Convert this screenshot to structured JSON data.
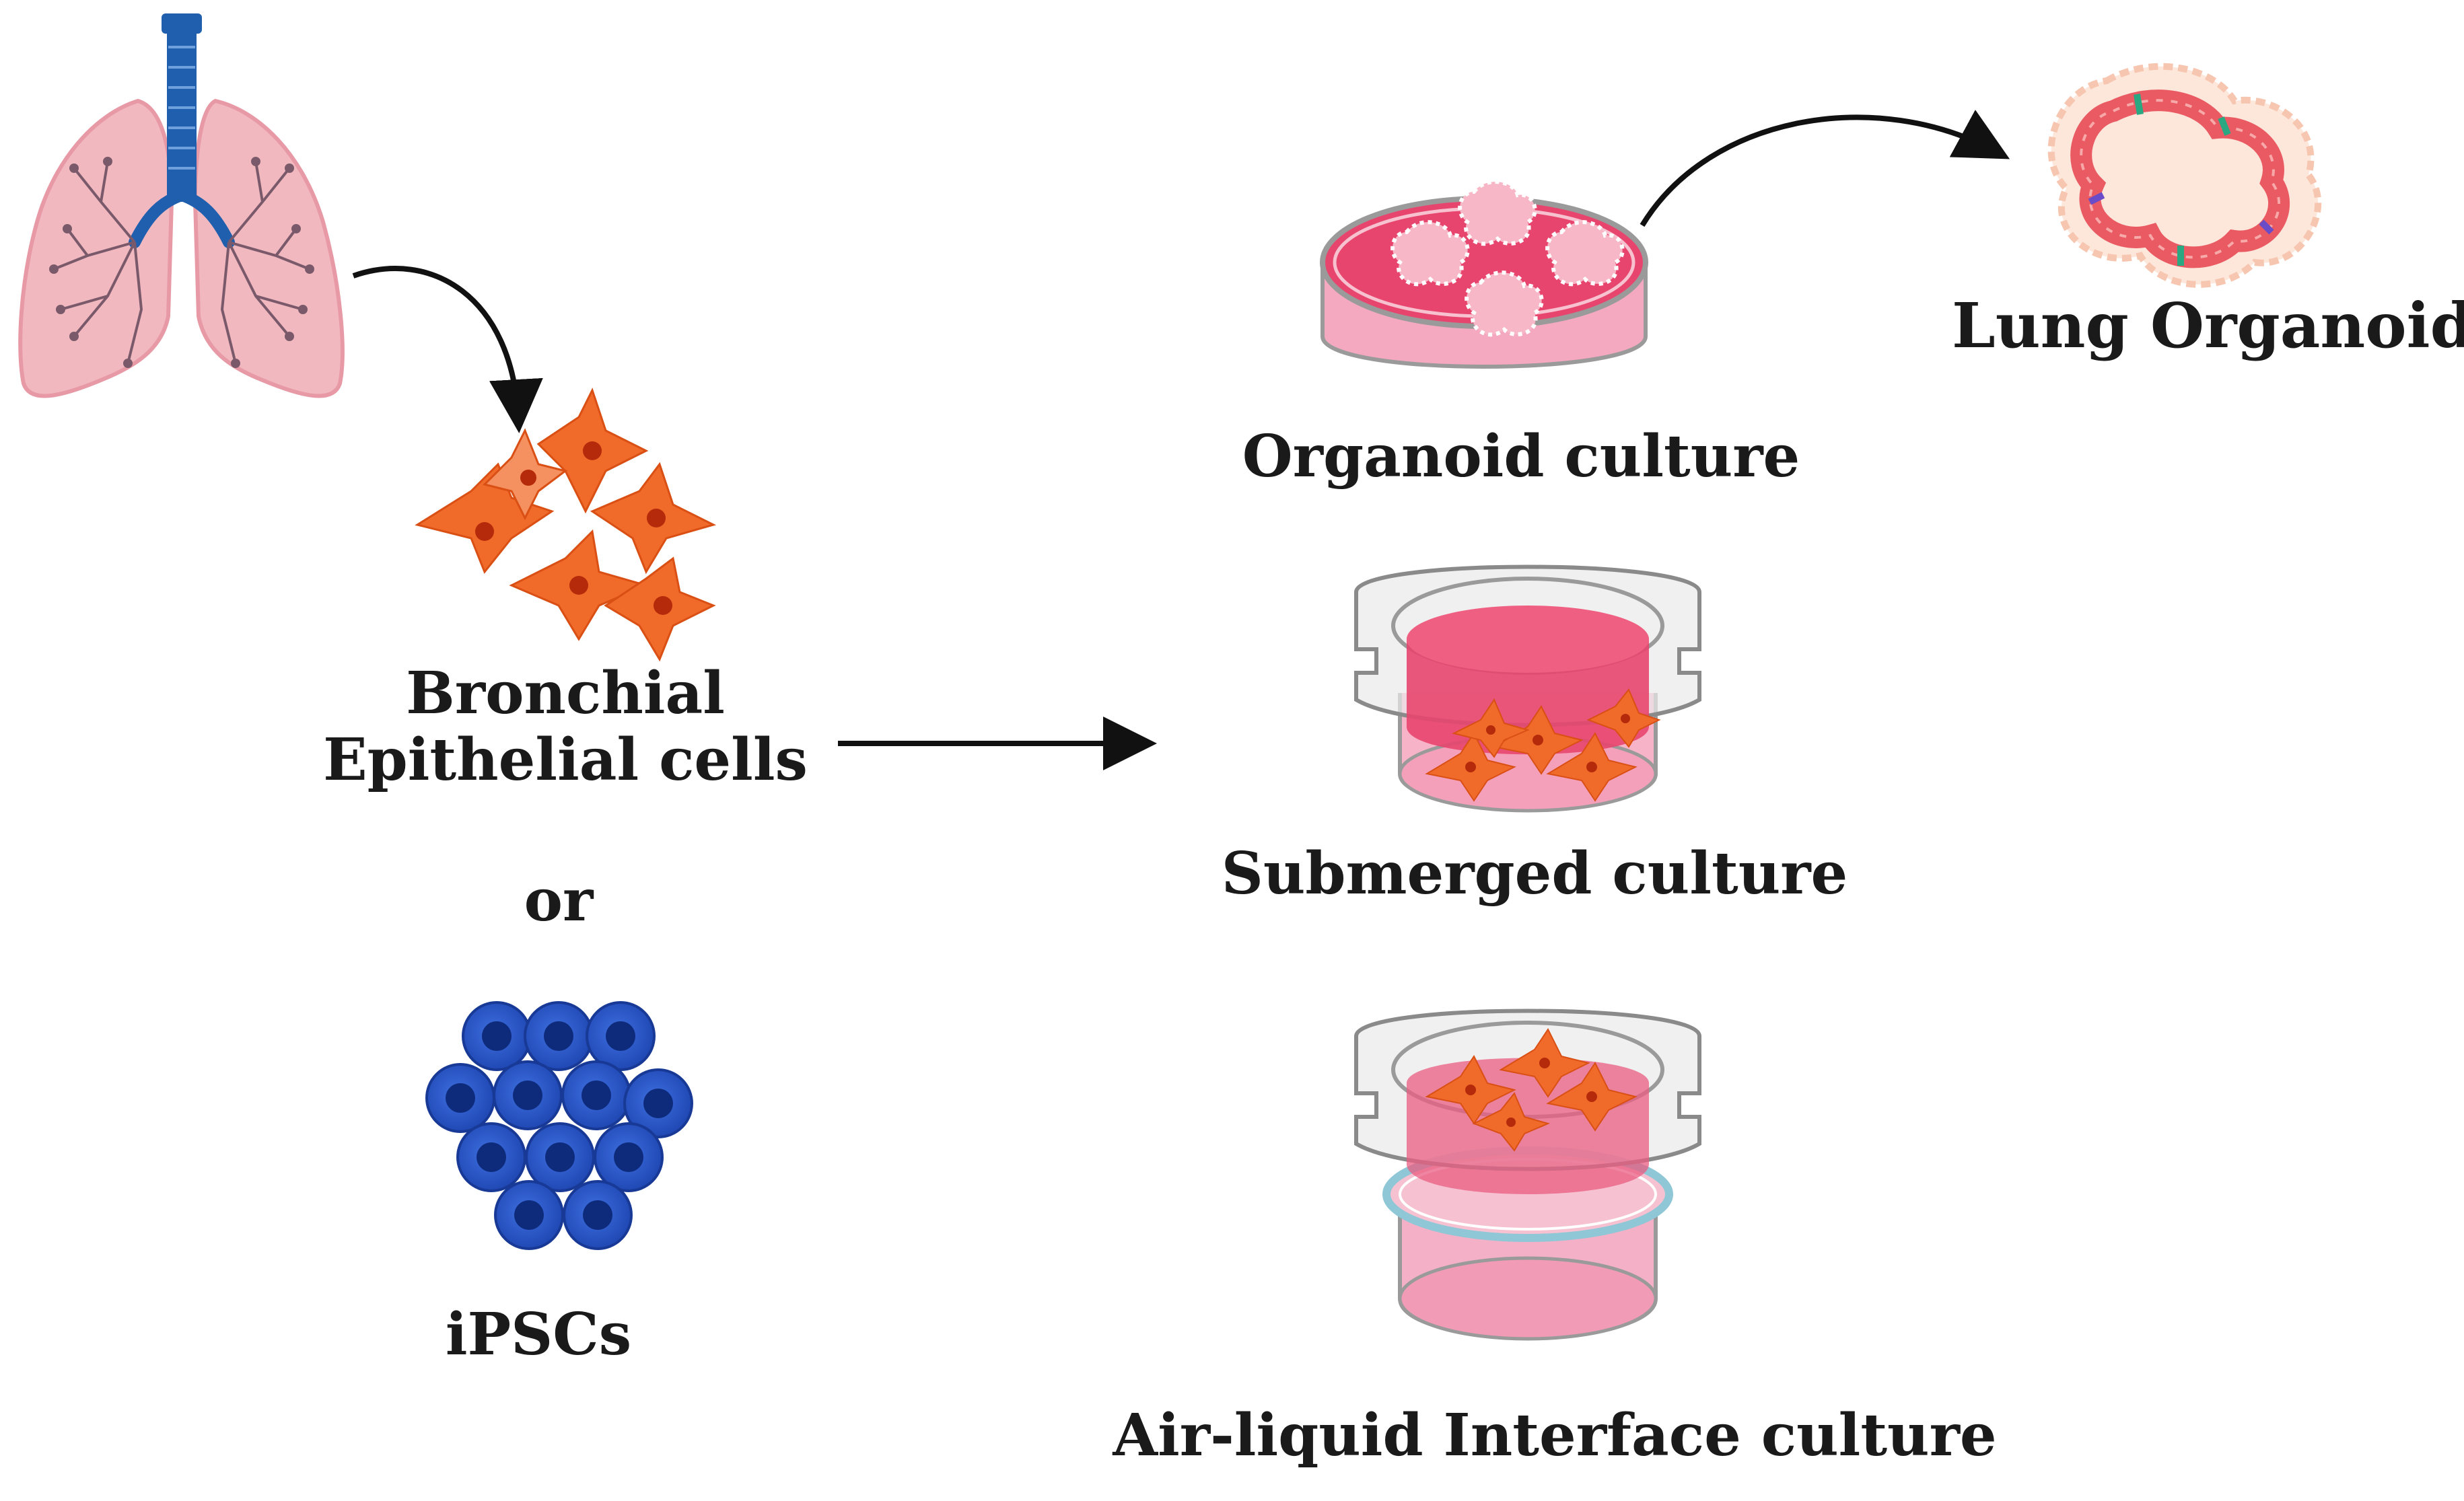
{
  "labels": {
    "lung_organoid": "Lung Organoid",
    "organoid_culture": "Organoid culture",
    "bronchial_line1": "Bronchial",
    "bronchial_line2": "Epithelial cells",
    "or": "or",
    "ipscs": "iPSCs",
    "submerged_culture": "Submerged culture",
    "ali_culture": "Air-liquid Interface culture"
  },
  "colors": {
    "lung_pink": "#f2b8c0",
    "airway_blue": "#1f5fae",
    "cell_orange": "#f06a2a",
    "ipsc_blue": "#2a55c8",
    "medium_pink": "#e8456e",
    "dish_gray": "#9a9a9a",
    "arrow_black": "#111111"
  },
  "icons": {
    "source": "lungs-icon",
    "cells": "epithelial-cells-icon",
    "stem_cells": "ipsc-cluster-icon",
    "dish": "petri-dish-icon",
    "insert": "transwell-insert-icon",
    "organoid": "organoid-icon"
  }
}
